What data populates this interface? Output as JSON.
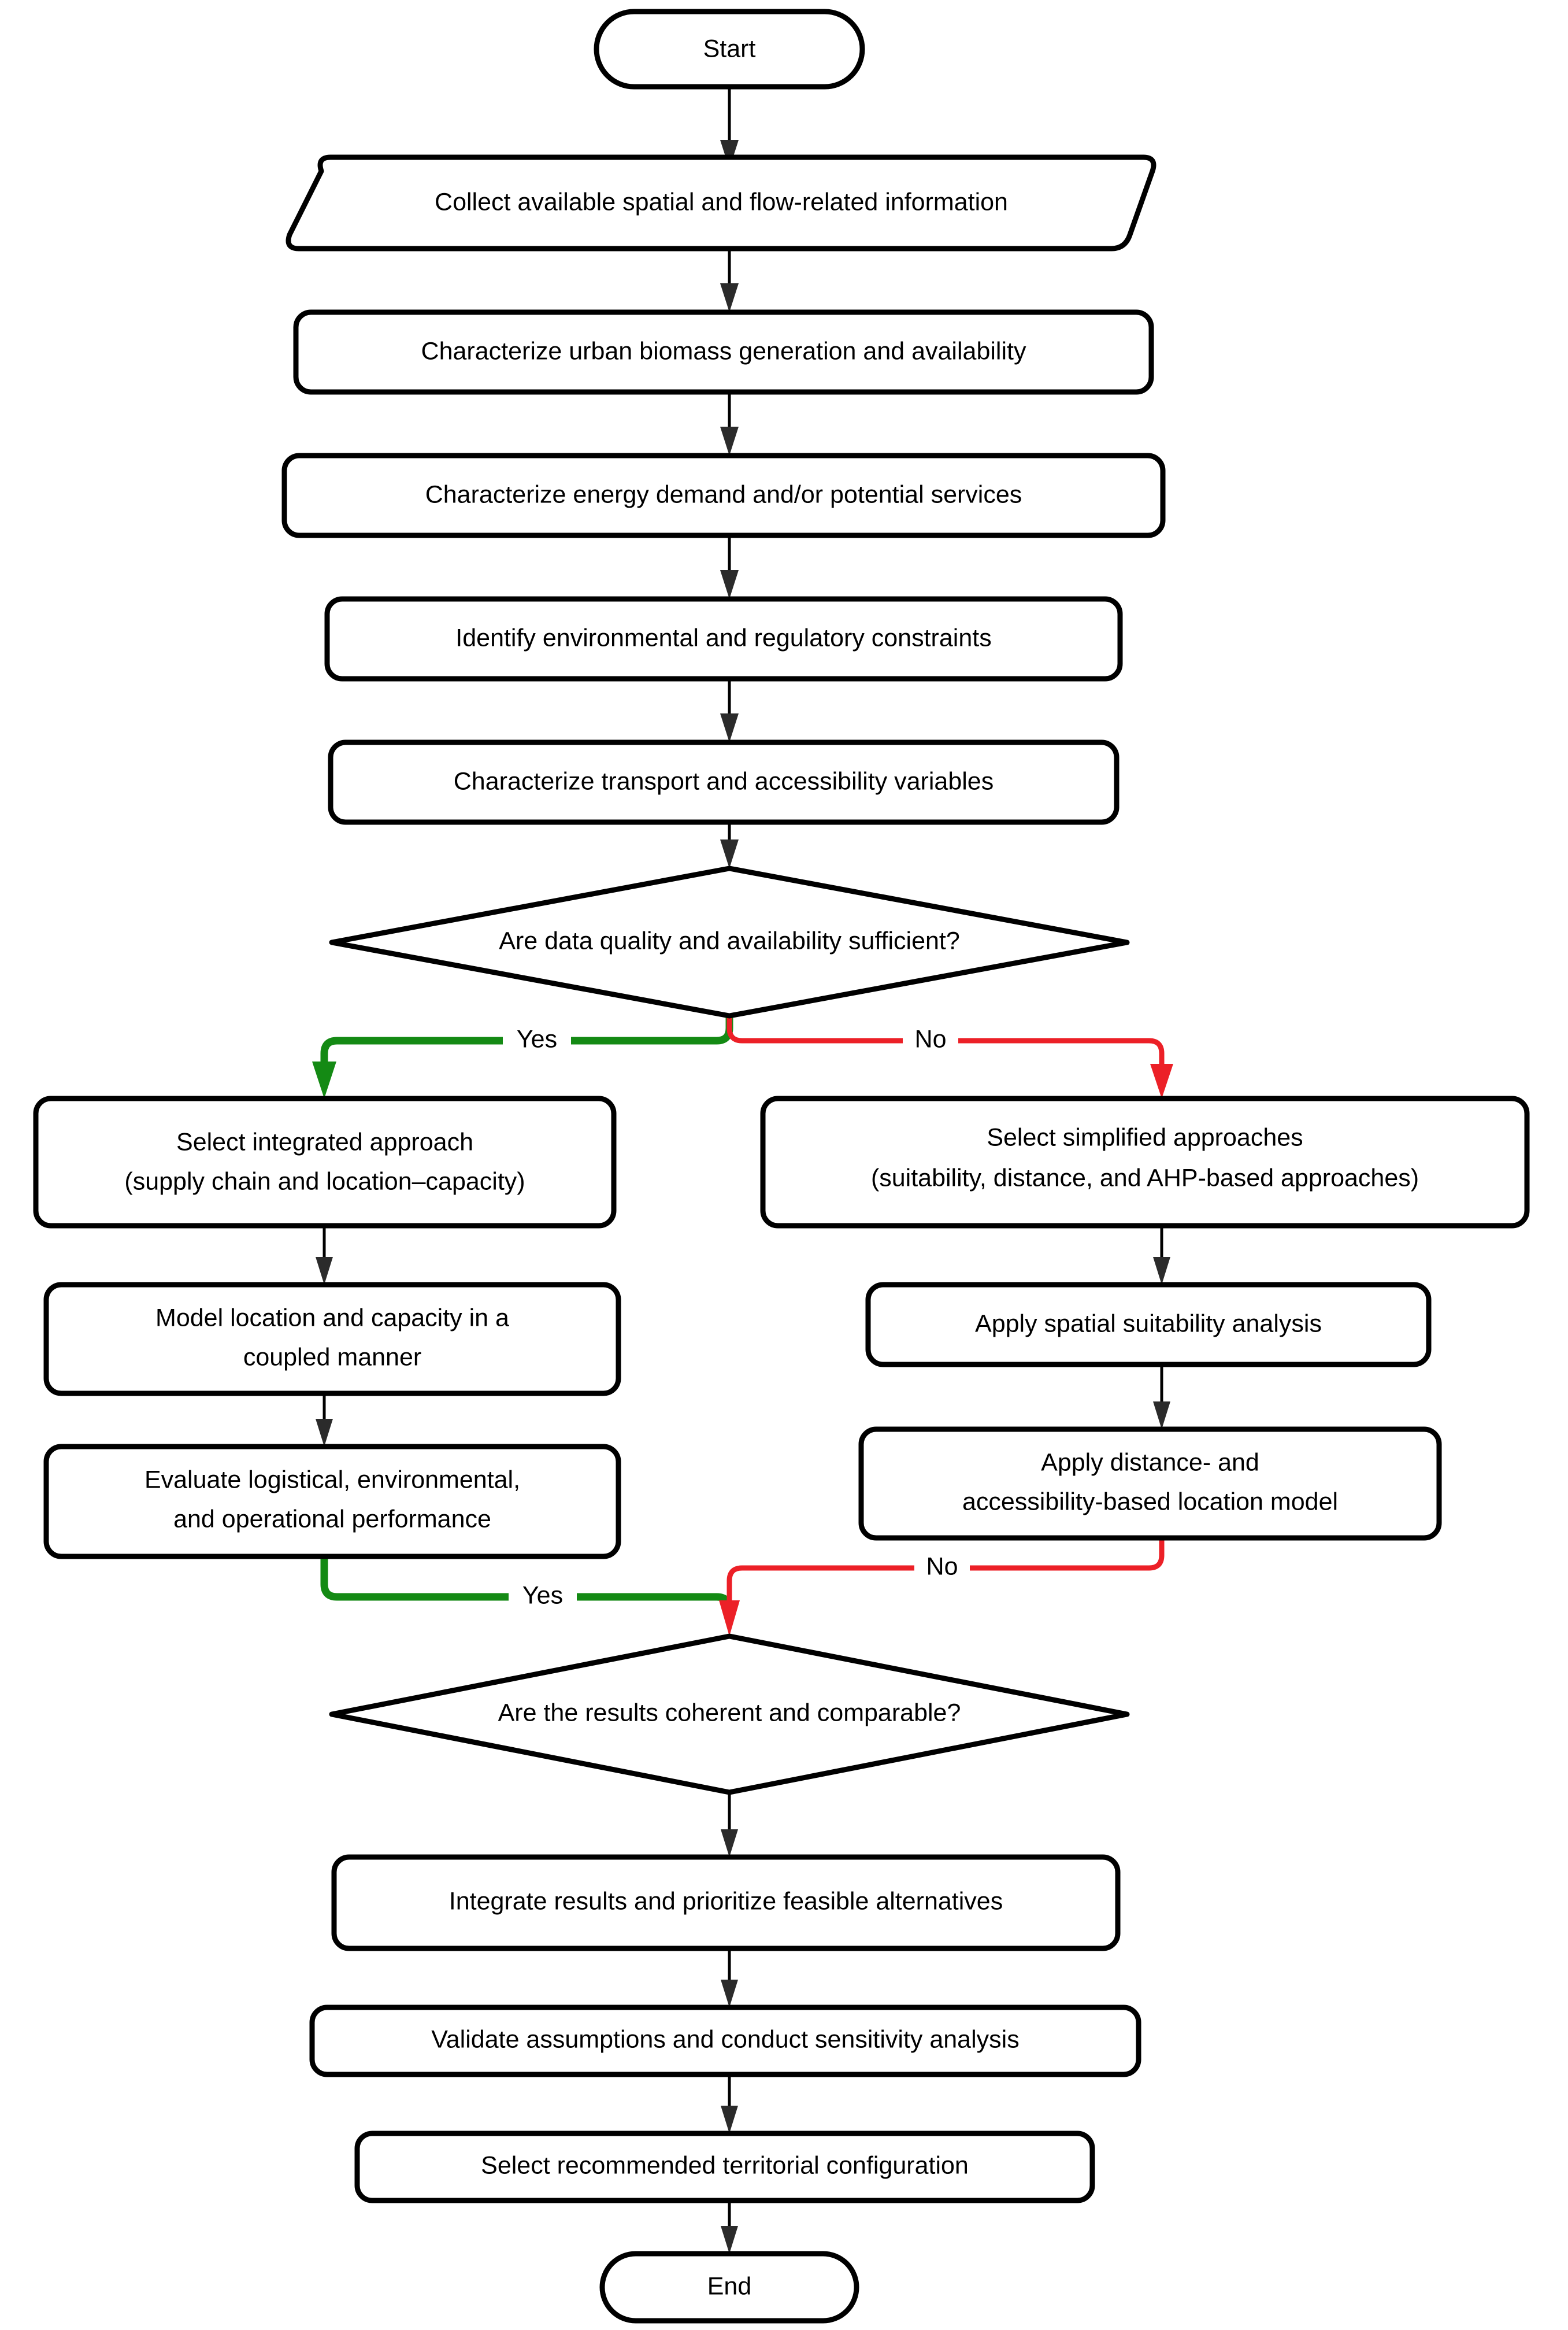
{
  "diagram": {
    "type": "flowchart",
    "orientation": "top-to-bottom",
    "background_color": "#ffffff",
    "colors": {
      "node_stroke": "#000000",
      "node_fill": "#ffffff",
      "text": "#000000",
      "edge_default": "#000000",
      "edge_yes": "#148a14",
      "edge_no": "#ec2027"
    },
    "nodes": {
      "start": {
        "label": "Start",
        "shape": "terminator"
      },
      "collect": {
        "label": "Collect available spatial and flow-related information",
        "shape": "parallelogram"
      },
      "biomass": {
        "label": "Characterize urban biomass generation and availability",
        "shape": "process"
      },
      "energy": {
        "label": "Characterize energy demand and/or potential services",
        "shape": "process"
      },
      "constraints": {
        "label": "Identify environmental and regulatory constraints",
        "shape": "process"
      },
      "transport": {
        "label": "Characterize transport and accessibility variables",
        "shape": "process"
      },
      "decision1": {
        "label": "Are data quality and availability sufficient?",
        "shape": "decision"
      },
      "integrated": {
        "line1": "Select integrated approach",
        "line2": "(supply chain and location–capacity)",
        "shape": "process"
      },
      "simplified": {
        "line1": "Select simplified approaches",
        "line2": "(suitability, distance, and AHP-based approaches)",
        "shape": "process"
      },
      "model_coupled": {
        "line1": "Model location and capacity in a",
        "line2": "coupled manner",
        "shape": "process"
      },
      "suitability": {
        "label": "Apply spatial suitability analysis",
        "shape": "process"
      },
      "evaluate": {
        "line1": "Evaluate logistical, environmental,",
        "line2": "and operational performance",
        "shape": "process"
      },
      "distance_model": {
        "line1": "Apply distance- and",
        "line2": "accessibility-based location model",
        "shape": "process"
      },
      "decision2": {
        "label": "Are the results coherent and comparable?",
        "shape": "decision"
      },
      "integrate_results": {
        "label": "Integrate results and prioritize feasible alternatives",
        "shape": "process"
      },
      "validate": {
        "label": "Validate assumptions and conduct sensitivity analysis",
        "shape": "process"
      },
      "select_config": {
        "label": "Select recommended territorial configuration",
        "shape": "process"
      },
      "end": {
        "label": "End",
        "shape": "terminator"
      }
    },
    "edge_labels": {
      "decision1_yes": "Yes",
      "decision1_no": "No",
      "decision2_yes": "Yes",
      "decision2_no": "No"
    }
  }
}
